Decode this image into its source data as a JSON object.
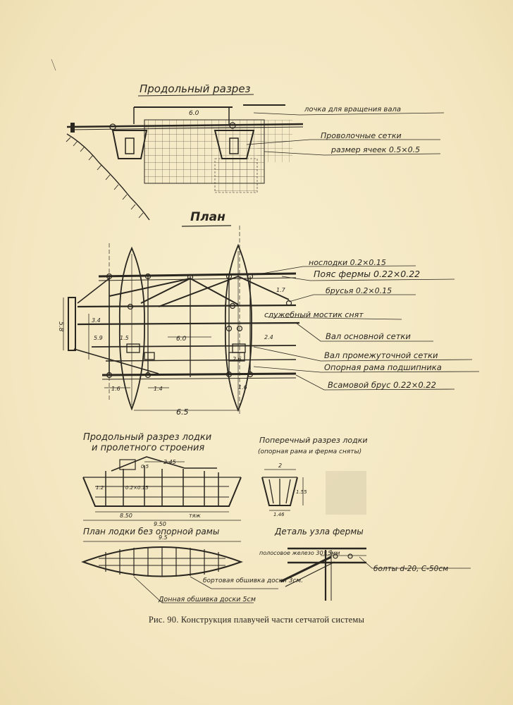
{
  "section_titles": {
    "longitudinal": "Продольный разрез",
    "plan": "План",
    "boat_section": "Продольный разрез лодки",
    "boat_section_2": "и пролетного строения",
    "cross_section": "Поперечный разрез лодки",
    "cross_section_2": "(опорная рама и ферма сняты)",
    "boat_plan": "План лодки без опорной рамы",
    "truss_detail": "Деталь узла фермы"
  },
  "top_labels": {
    "winch": "лочка для вращения вала",
    "wire_nets": "Проволочные сетки",
    "mesh_size": "размер ячеек 0.5×0.5",
    "dim_6": "6.0"
  },
  "plan_labels": {
    "boats": "нослодки 0.2×0.15",
    "truss_chord": "Пояс фермы 0.22×0.22",
    "beams": "брусья 0.2×0.15",
    "service_bridge": "служебный мостик снят",
    "main_net_shaft": "Вал основной сетки",
    "intermediate_net_shaft": "Вал промежуточной сетки",
    "bearing_frame": "Опорная рама подшипника",
    "cross_beam": "Всамовой брус 0.22×0.22"
  },
  "plan_dims": {
    "d_6_5": "6.5",
    "d_6_0": "6.0",
    "d_5_8": "5.8",
    "d_3_4": "3.4",
    "d_5_9": "5.9",
    "d_1_5": "1.5",
    "d_2_4": "2.4",
    "d_2_6": "2.6",
    "d_1_6": "1.6",
    "d_1_4": "1.4",
    "d_1_7": "1.7",
    "d_1_6b": "1.6"
  },
  "boat_dims": {
    "d_2_45": "2.45",
    "d_1_2": "1.2",
    "d_0_2x0_15": "0.2×0.15",
    "d_0_5": "0.5",
    "d_8_50": "8.50",
    "d_9_50": "9.50",
    "d_2": "2",
    "d_1_55": "1.55",
    "d_1_46": "1.46",
    "d_9_5": "9.5",
    "label_stringer": "тяж"
  },
  "bottom_labels": {
    "strips": "полосовое железо 30×5мм",
    "side_planks": "бортовая обшивка доски 3см.",
    "bottom_planks": "Донная обшивка доски 5см",
    "bolts": "болты d-20, С-50см"
  },
  "caption": "Рис. 90. Конструкция плавучей части сетчатой системы",
  "colors": {
    "paper": "#f6ecc8",
    "ink": "#2a2620"
  }
}
